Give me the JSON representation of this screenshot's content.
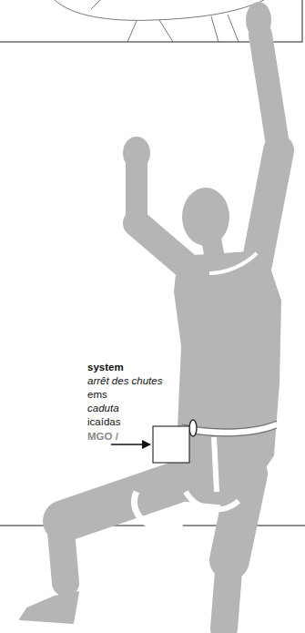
{
  "diagram": {
    "labels": [
      "system",
      "arrêt des chutes",
      "ems",
      "caduta",
      "icaídas",
      "MGO /"
    ]
  }
}
